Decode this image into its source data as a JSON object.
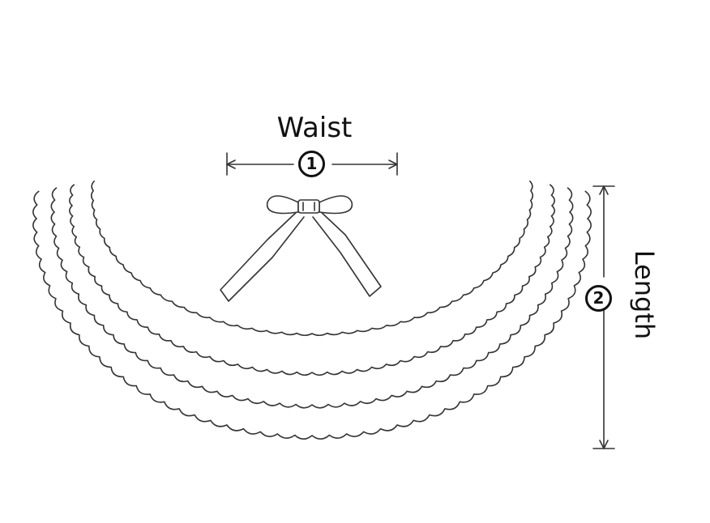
{
  "diagram": {
    "waist": {
      "label": "Waist",
      "number": "1"
    },
    "length": {
      "label": "Length",
      "number": "2"
    }
  }
}
